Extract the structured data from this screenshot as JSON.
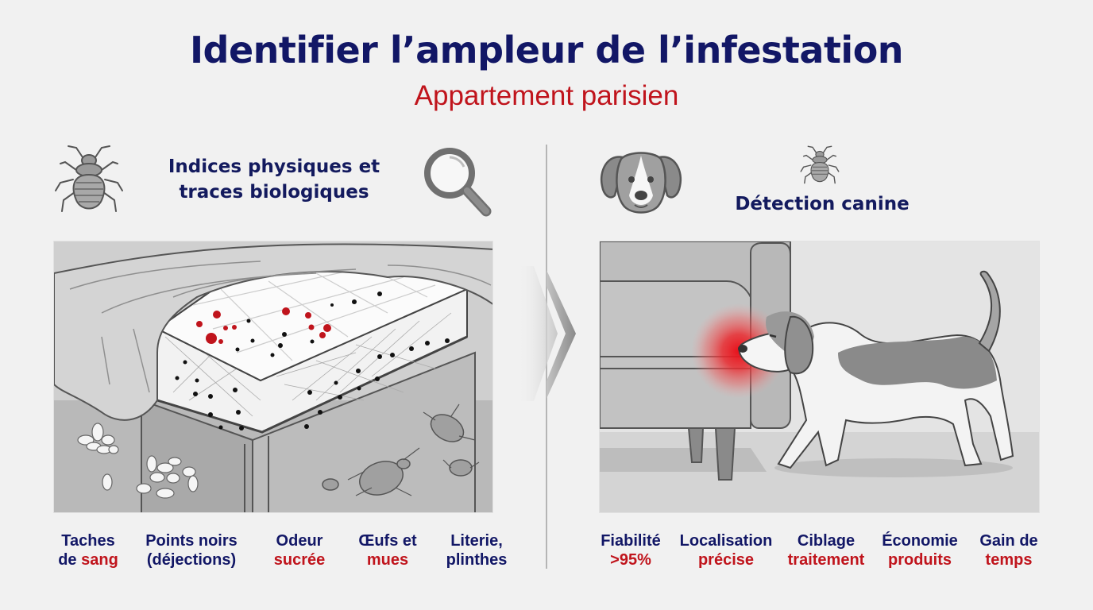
{
  "header": {
    "title": "Identifier l’ampleur de l’infestation",
    "subtitle": "Appartement parisien"
  },
  "colors": {
    "navy": "#121766",
    "red": "#c0141c",
    "background": "#f1f1f1"
  },
  "left_section": {
    "title_line1": "Indices physiques et",
    "title_line2": "traces biologiques",
    "icons": [
      "bedbug-icon",
      "magnifying-glass-icon"
    ],
    "illustration": "mattress-with-stains-eggs-and-bedbugs",
    "labels": [
      {
        "line1": "Taches",
        "line2_prefix": "de ",
        "line2_highlight": "sang"
      },
      {
        "line1": "Points noirs",
        "line2_prefix": "(déjections)",
        "line2_highlight": ""
      },
      {
        "line1": "Odeur",
        "line2_prefix": "",
        "line2_highlight": "sucrée"
      },
      {
        "line1": "Œufs et",
        "line2_prefix": "",
        "line2_highlight": "mues"
      },
      {
        "line1": "Literie,",
        "line2_prefix": "plinthes",
        "line2_highlight": ""
      }
    ]
  },
  "right_section": {
    "title": "Détection canine",
    "icons": [
      "dog-face-icon",
      "bedbug-icon"
    ],
    "illustration": "beagle-sniffing-sofa",
    "labels": [
      {
        "line1": "Fiabilité",
        "line2": ">95%"
      },
      {
        "line1": "Localisation",
        "line2": "précise"
      },
      {
        "line1": "Ciblage",
        "line2": "traitement"
      },
      {
        "line1": "Économie",
        "line2": "produits"
      },
      {
        "line1": "Gain de",
        "line2": "temps"
      }
    ]
  }
}
